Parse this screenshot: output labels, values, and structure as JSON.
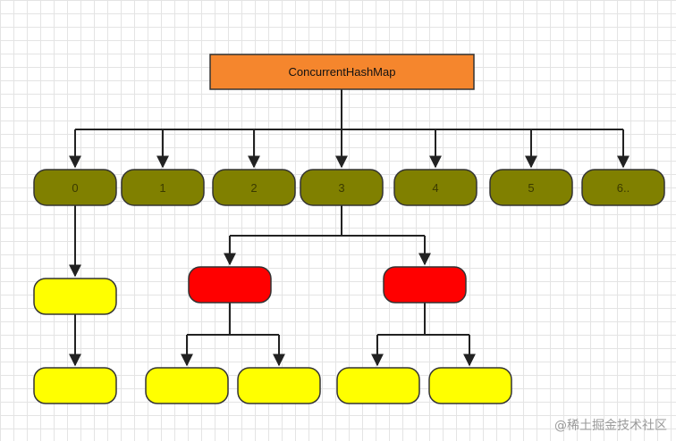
{
  "root": {
    "label": "ConcurrentHashMap",
    "color": "#f5862d"
  },
  "buckets": [
    "0",
    "1",
    "2",
    "3",
    "4",
    "5",
    "6.."
  ],
  "colors": {
    "bucket": "#808000",
    "tree_node": "#ff0000",
    "list_node": "#ffff00",
    "edge": "#222222"
  },
  "watermark": "@稀土掘金技术社区"
}
